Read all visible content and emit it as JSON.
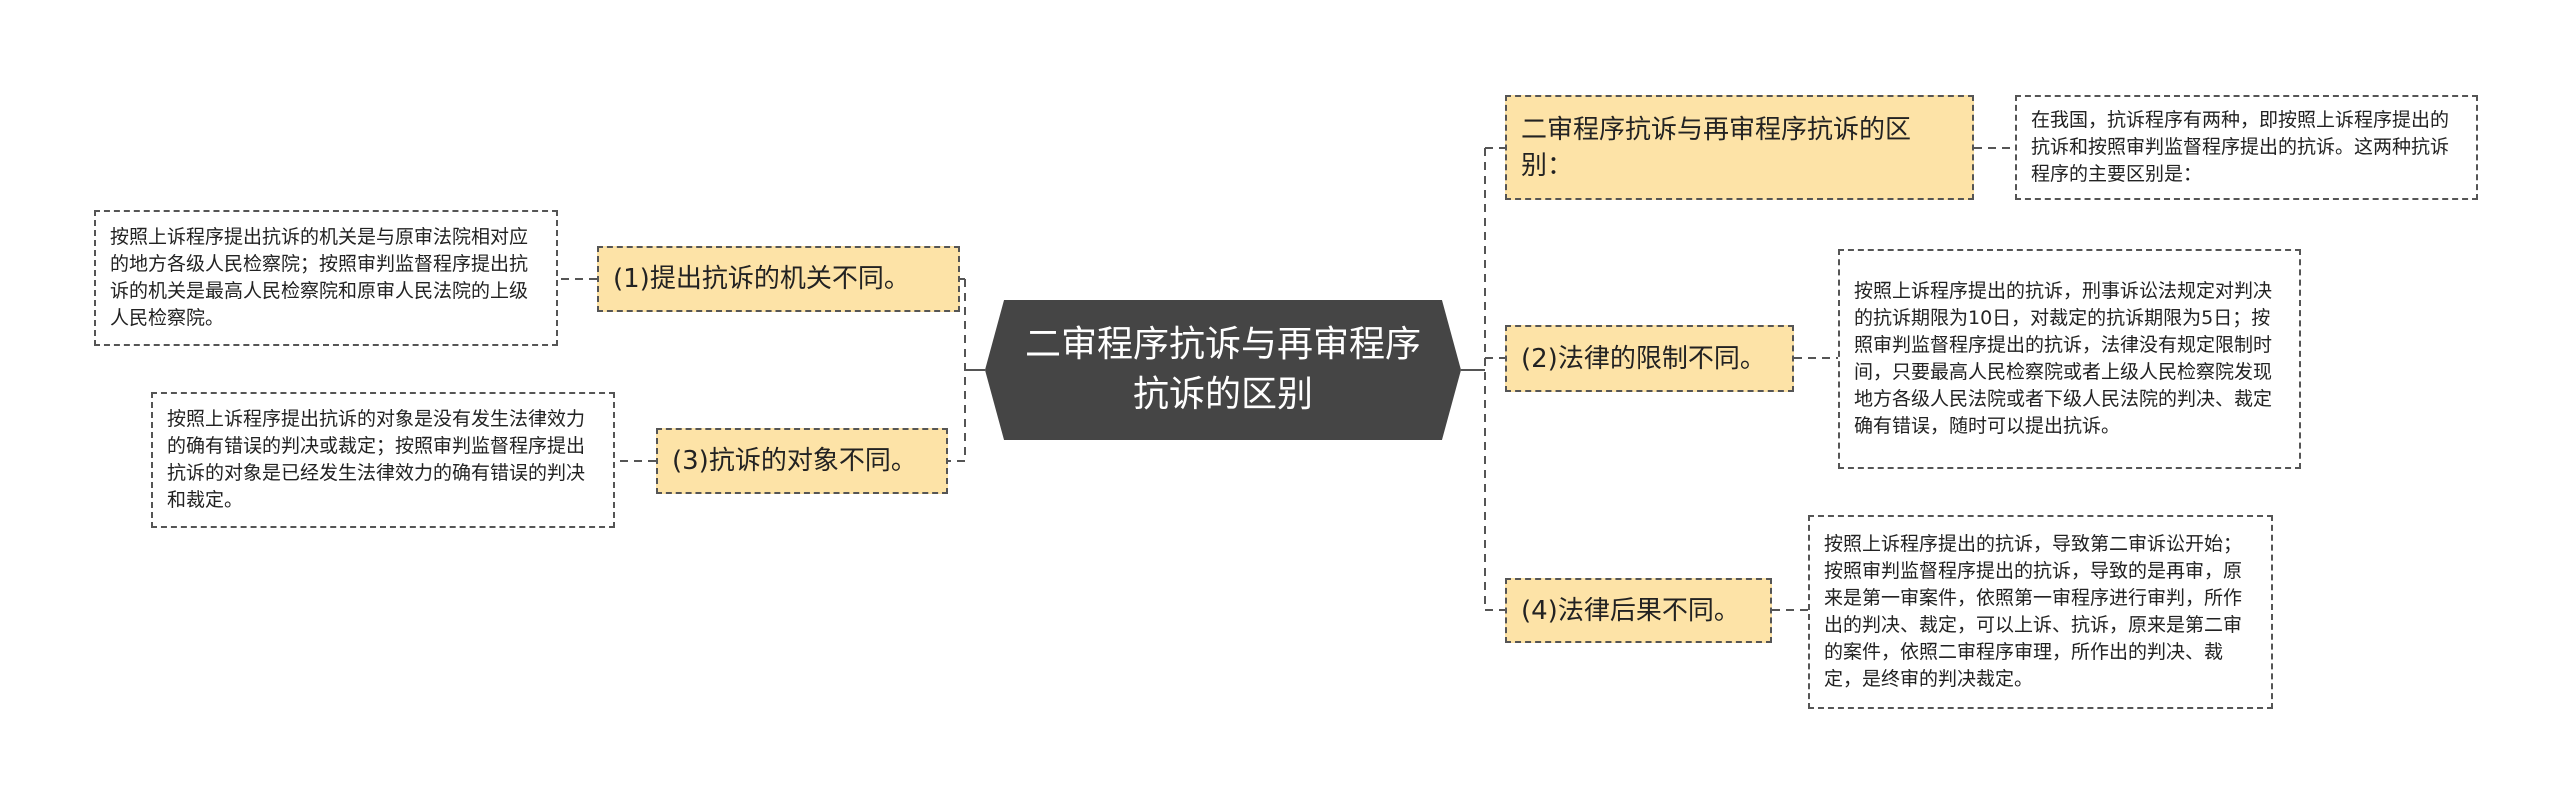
{
  "center": {
    "title": "二审程序抗诉与再审程序抗诉的区别"
  },
  "left_branches": [
    {
      "label": "(1)提出抗诉的机关不同。",
      "detail": "按照上诉程序提出抗诉的机关是与原审法院相对应的地方各级人民检察院；按照审判监督程序提出抗诉的机关是最高人民检察院和原审人民法院的上级人民检察院。"
    },
    {
      "label": "(3)抗诉的对象不同。",
      "detail": "按照上诉程序提出抗诉的对象是没有发生法律效力的确有错误的判决或裁定；按照审判监督程序提出抗诉的对象是已经发生法律效力的确有错误的判决和裁定。"
    }
  ],
  "right_branches": [
    {
      "label": "二审程序抗诉与再审程序抗诉的区别：",
      "detail": "在我国，抗诉程序有两种，即按照上诉程序提出的抗诉和按照审判监督程序提出的抗诉。这两种抗诉程序的主要区别是："
    },
    {
      "label": "(2)法律的限制不同。",
      "detail": "按照上诉程序提出的抗诉，刑事诉讼法规定对判决的抗诉期限为10日，对裁定的抗诉期限为5日；按照审判监督程序提出的抗诉，法律没有规定限制时间，只要最高人民检察院或者上级人民检察院发现地方各级人民法院或者下级人民法院的判决、裁定确有错误，随时可以提出抗诉。"
    },
    {
      "label": "(4)法律后果不同。",
      "detail": "按照上诉程序提出的抗诉，导致第二审诉讼开始；按照审判监督程序提出的抗诉，导致的是再审，原来是第一审案件，依照第一审程序进行审判，所作出的判决、裁定，可以上诉、抗诉，原来是第二审的案件，依照二审程序审理，所作出的判决、裁定，是终审的判决裁定。"
    }
  ],
  "colors": {
    "center_fill": "#454545",
    "node_fill": "#fde3a7",
    "line": "#555555"
  }
}
